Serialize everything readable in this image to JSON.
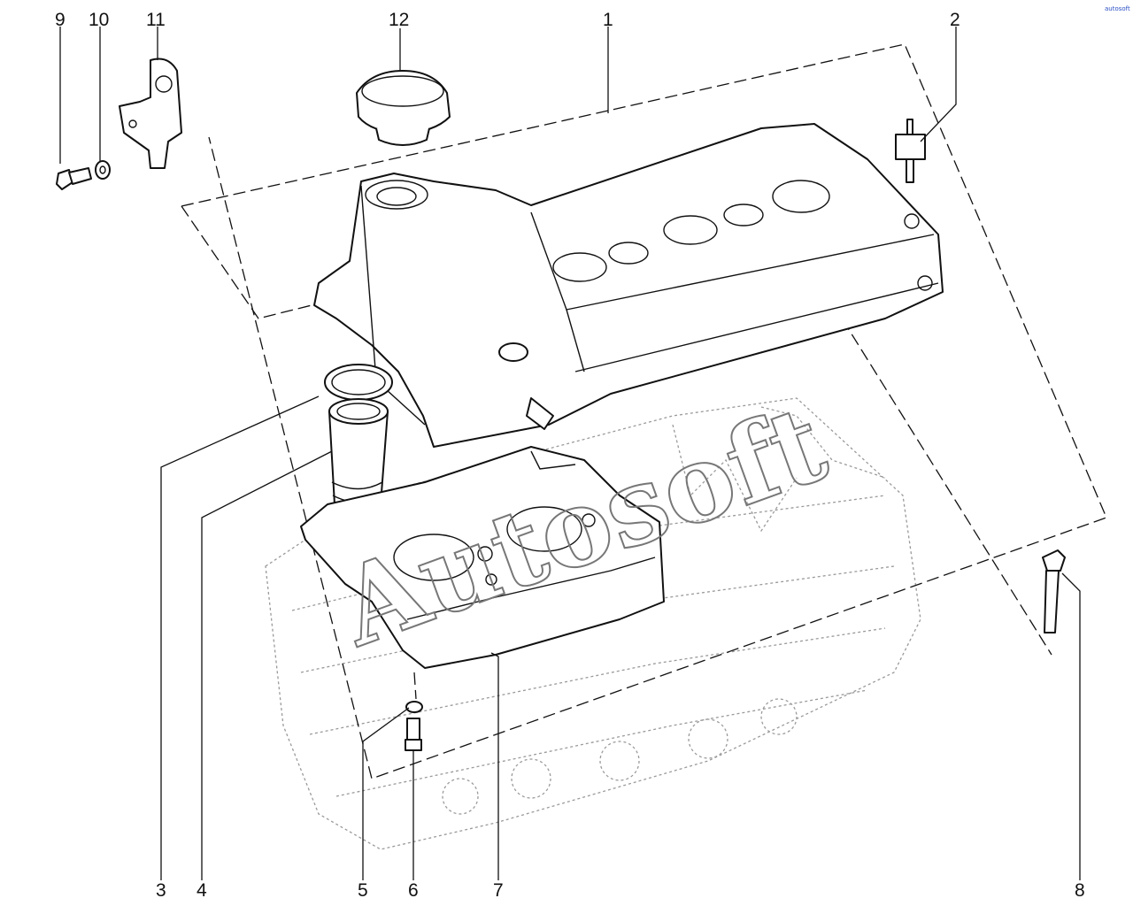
{
  "diagram": {
    "callouts": [
      "1",
      "2",
      "3",
      "4",
      "5",
      "6",
      "7",
      "8",
      "9",
      "10",
      "11",
      "12"
    ],
    "watermark": "Autosoft",
    "corner_mark": "autosoft"
  },
  "colors": {
    "line": "#111111",
    "engine_ghost": "#9a9a9a",
    "watermark": "#777777",
    "corner_mark": "#2a4fc4"
  }
}
